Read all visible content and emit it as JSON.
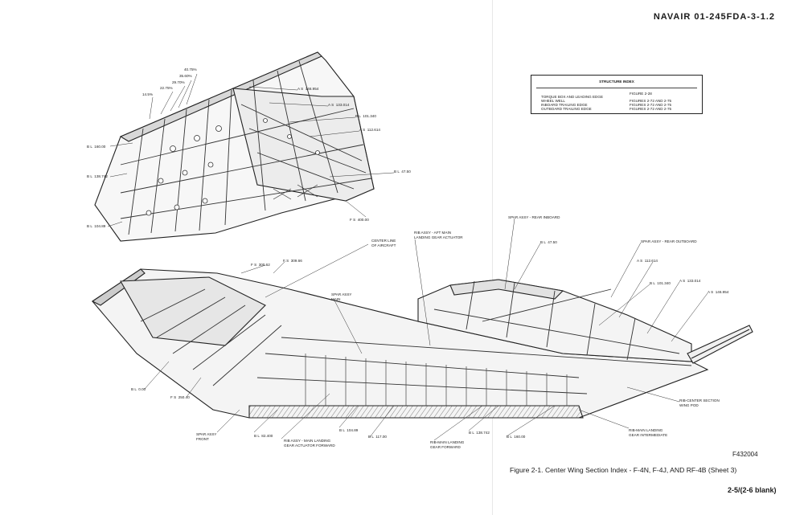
{
  "header": {
    "doc_id": "NAVAIR  01-245FDA-3-1.2"
  },
  "structure_index": {
    "title": "STRUCTURE INDEX",
    "rows": [
      {
        "region": "",
        "figure": "FIGURE     2-28"
      },
      {
        "region": "TORQUE BOX AND LEADING EDGE",
        "figure": ""
      },
      {
        "region": "WHEEL WELL",
        "figure": "FIGURES 2-72 AND 2-75"
      },
      {
        "region": "INBOARD TRAILING EDGE",
        "figure": "FIGURES 2-72 AND 2-75"
      },
      {
        "region": "OUTBOARD TRAILING EDGE",
        "figure": "FIGURES 2-72 AND 2-75"
      }
    ]
  },
  "callouts": [
    {
      "id": "pct-40-75",
      "text": "40.75%"
    },
    {
      "id": "pct-35-60",
      "text": "35.60%"
    },
    {
      "id": "pct-29-70",
      "text": "29.70%"
    },
    {
      "id": "pct-22-75",
      "text": "22.75%"
    },
    {
      "id": "pct-14-5",
      "text": "14.5%"
    },
    {
      "id": "as-146-954-l",
      "text": "A S  146.954"
    },
    {
      "id": "as-133-014-l",
      "text": "A S  133.014"
    },
    {
      "id": "bl-101-340-l",
      "text": "B L  101.340"
    },
    {
      "id": "as-112-614-l",
      "text": "A S  112.614"
    },
    {
      "id": "bl-160-00-l",
      "text": "B L  160.00"
    },
    {
      "id": "bl-138-742-l",
      "text": "B L  138.742"
    },
    {
      "id": "bl-47-50-l",
      "text": "B L  47.50"
    },
    {
      "id": "bl-104-89-l",
      "text": "B L  104.89"
    },
    {
      "id": "fs-400-00",
      "text": "F S  400.00"
    },
    {
      "id": "center-line",
      "text": "CENTER LINE\nOF AIRCRAFT"
    },
    {
      "id": "fs-300-62",
      "text": "F S  300.62"
    },
    {
      "id": "fs-309-66",
      "text": "F S  309.66"
    },
    {
      "id": "rib-aft-actuator",
      "text": "RIB ASSY - AFT MAIN\nLANDING GEAR ACTUATOR"
    },
    {
      "id": "spar-rear-inboard",
      "text": "SPAR ASSY - REAR INBOARD"
    },
    {
      "id": "bl-47-50-r",
      "text": "B L  47.50"
    },
    {
      "id": "spar-rear-outboard",
      "text": "SPAR ASSY - REAR OUTBOARD"
    },
    {
      "id": "as-112-614-r",
      "text": "A S  112.614"
    },
    {
      "id": "as-133-014-r",
      "text": "A S  133.014"
    },
    {
      "id": "bl-101-340-r",
      "text": "B L  101.340"
    },
    {
      "id": "as-146-954-r",
      "text": "A S  146.954"
    },
    {
      "id": "spar-main",
      "text": "SPAR ASSY\nMAIN"
    },
    {
      "id": "bl-0-00",
      "text": "B L  0.00"
    },
    {
      "id": "fs-250-40",
      "text": "F S  250.40"
    },
    {
      "id": "spar-front",
      "text": "SPAR ASSY\nFRONT"
    },
    {
      "id": "bl-82-400",
      "text": "B L  82.400"
    },
    {
      "id": "bl-104-89-b",
      "text": "B L  104.89"
    },
    {
      "id": "rib-fwd-actuator",
      "text": "RIB ASSY - MAIN LANDING\nGEAR ACTUATOR FORWARD"
    },
    {
      "id": "bl-117-00",
      "text": "B L  117.00"
    },
    {
      "id": "rib-main-fwd",
      "text": "RIB-MAIN LANDING\nGEAR FORWARD"
    },
    {
      "id": "bl-138-742-b",
      "text": "B L  138.742"
    },
    {
      "id": "bl-160-00-b",
      "text": "B L  160.00"
    },
    {
      "id": "rib-main-int",
      "text": "RIB-MAIN LANDING\nGEAR INTERMEDIATE"
    },
    {
      "id": "rib-center-pod",
      "text": "RIB-CENTER SECTION\nWING POD"
    }
  ],
  "figure_code": "F432004",
  "caption": "Figure 2-1. Center Wing Section Index - F-4N, F-4J, AND RF-4B (Sheet 3)",
  "page_number": "2-5/(2-6  blank)"
}
